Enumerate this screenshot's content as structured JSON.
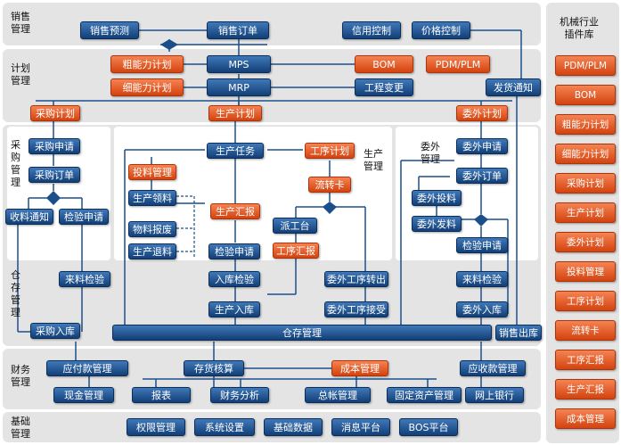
{
  "sections": {
    "sales": "销售\n管理",
    "plan": "计划\n管理",
    "purchase": "采\n购\n管\n理",
    "production": "生产\n管理",
    "outsource": "委外\n管理",
    "warehouse": "仓\n存\n管\n理",
    "finance": "财务\n管理",
    "base": "基础\n管理",
    "industry": "机械行业\n插件库"
  },
  "nodes": {
    "sales_forecast": "销售预测",
    "sales_order": "销售订单",
    "credit_control": "信用控制",
    "price_control": "价格控制",
    "rough_capacity": "粗能力计划",
    "mps": "MPS",
    "bom": "BOM",
    "pdm_plm": "PDM/PLM",
    "fine_capacity": "细能力计划",
    "mrp": "MRP",
    "eng_change": "工程变更",
    "delivery_notice": "发货通知",
    "purchase_plan": "采购计划",
    "production_plan": "生产计划",
    "outsource_plan": "委外计划",
    "purchase_request": "采购申请",
    "purchase_order": "采购订单",
    "receive_notice": "收料通知",
    "inspect_request_p": "检验申请",
    "incoming_inspect_p": "来料检验",
    "purchase_in": "采购入库",
    "production_task": "生产任务",
    "process_plan": "工序计划",
    "feed_mgmt": "投料管理",
    "prod_pick": "生产领料",
    "material_scrap": "物料报废",
    "prod_return": "生产退料",
    "prod_report": "生产汇报",
    "flow_card": "流转卡",
    "dispatch": "派工台",
    "process_report": "工序汇报",
    "inspect_request_m": "检验申请",
    "stock_inspect": "入库检验",
    "prod_in": "生产入库",
    "os_process_out": "委外工序转出",
    "os_process_in": "委外工序接受",
    "os_request": "委外申请",
    "os_order": "委外订单",
    "os_feed": "委外投料",
    "os_issue": "委外发料",
    "inspect_request_o": "检验申请",
    "incoming_inspect_o": "来料检验",
    "os_in": "委外入库",
    "warehouse_mgmt": "仓存管理",
    "sales_out": "销售出库",
    "ap_mgmt": "应付款管理",
    "inventory_cost": "存货核算",
    "cost_mgmt": "成本管理",
    "ar_mgmt": "应收款管理",
    "cash_mgmt": "现金管理",
    "reports": "报表",
    "fin_analysis": "财务分析",
    "gl_mgmt": "总帐管理",
    "fixed_assets": "固定资产管理",
    "online_bank": "网上银行",
    "permission": "权限管理",
    "system_settings": "系统设置",
    "base_data": "基础数据",
    "message_platform": "消息平台",
    "bos_platform": "BOS平台"
  },
  "plugins": [
    "PDM/PLM",
    "BOM",
    "粗能力计划",
    "细能力计划",
    "采购计划",
    "生产计划",
    "委外计划",
    "投料管理",
    "工序计划",
    "流转卡",
    "工序汇报",
    "生产汇报",
    "成本管理"
  ]
}
